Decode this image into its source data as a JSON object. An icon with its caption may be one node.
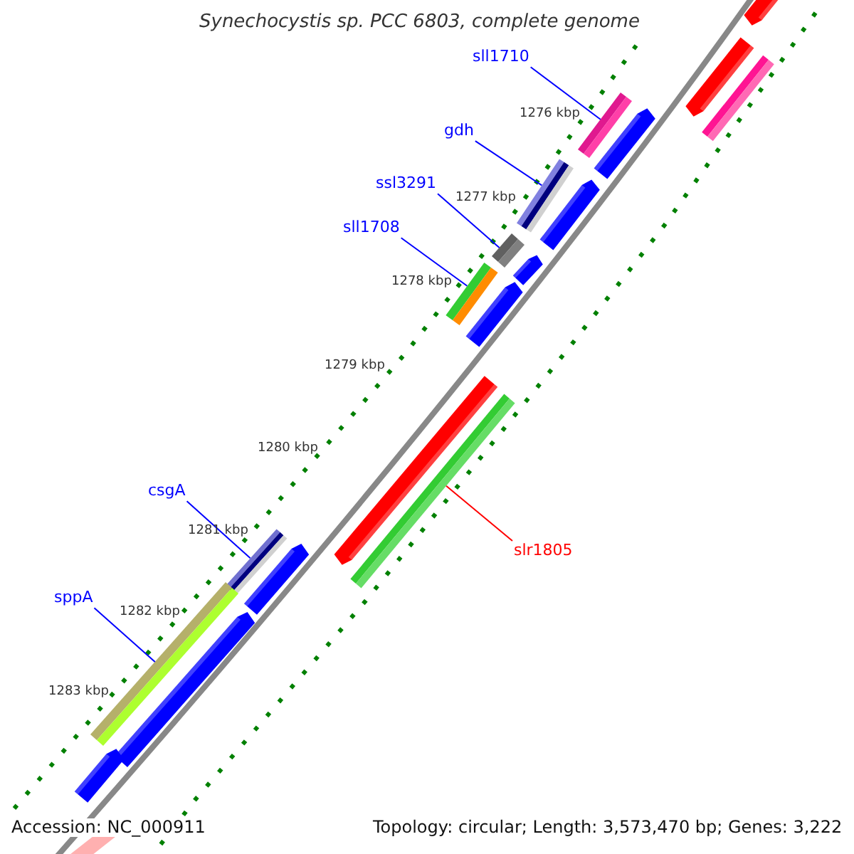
{
  "diagram": {
    "title": "Synechocystis sp. PCC 6803, complete genome",
    "nodes": [
      {
        "text": [
          "sll1710"
        ]
      },
      {
        "text": [],
        "shape": "bar"
      },
      {
        "text": [
          "gdh"
        ]
      },
      {
        "text": [],
        "shape": "bar"
      },
      {
        "text": [
          "ssl3291"
        ]
      },
      {
        "text": [],
        "shape": "bar"
      },
      {
        "text": [
          "sll1708"
        ]
      },
      {
        "text": [],
        "shape": "bar"
      },
      {
        "text": [
          "csgA"
        ]
      },
      {
        "text": [],
        "shape": "bar"
      },
      {
        "text": [
          "slr1805"
        ]
      },
      {
        "text": [],
        "shape": "bar"
      },
      {
        "text": [
          "sppA"
        ]
      },
      {
        "text": [],
        "shape": "bar"
      }
    ],
    "edges": [
      {
        "from": 0,
        "to": 1,
        "arrow": "none"
      },
      {
        "from": 2,
        "to": 3,
        "arrow": "none"
      },
      {
        "from": 4,
        "to": 5,
        "arrow": "none"
      },
      {
        "from": 6,
        "to": 7,
        "arrow": "none"
      },
      {
        "from": 8,
        "to": 9,
        "arrow": "none"
      },
      {
        "from": 10,
        "to": 11,
        "arrow": "none",
        "color": "#ff0000"
      },
      {
        "from": 12,
        "to": 13,
        "arrow": "none"
      }
    ],
    "labels": [
      "1276 kbp",
      "1277 kbp",
      "1278 kbp",
      "1279 kbp",
      "1280 kbp",
      "1281 kbp",
      "1282 kbp",
      "1283 kbp",
      "Accession: NC_000911",
      "Topology: circular; Length: 3,573,470 bp; Genes: 3,222"
    ]
  }
}
